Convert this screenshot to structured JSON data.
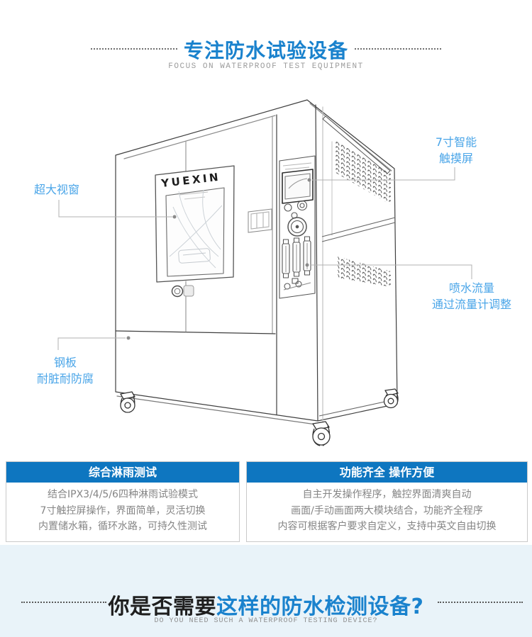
{
  "colors": {
    "accent_blue": "#1a82cd",
    "header_bar_blue": "#0e76c0",
    "label_blue": "#4aa5e8",
    "footer_bg": "#e9f3f9"
  },
  "header": {
    "title": "专注防水试验设备",
    "subtitle": "FOCUS ON WATERPROOF TEST EQUIPMENT"
  },
  "machine": {
    "brand": "YUEXIN",
    "labels": {
      "viewport": "超大视窗",
      "touchscreen_line1": "7寸智能",
      "touchscreen_line2": "触摸屏",
      "flow_line1": "喷水流量",
      "flow_line2": "通过流量计调整",
      "steel_line1": "钢板",
      "steel_line2": "耐脏耐防腐"
    }
  },
  "info_boxes": [
    {
      "title": "综合淋雨测试",
      "lines": [
        "结合IPX3/4/5/6四种淋雨试验模式",
        "7寸触控屏操作，界面简单，灵活切换",
        "内置储水箱，循环水路，可持久性测试"
      ]
    },
    {
      "title": "功能齐全 操作方便",
      "lines": [
        "自主开发操作程序，触控界面清爽自动",
        "画面/手动画面两大模块结合，功能齐全程序",
        "内容可根据客户要求自定义，支持中英文自由切换"
      ]
    }
  ],
  "footer": {
    "question_black": "你是否需要",
    "question_blue": "这样的防水检测设备?",
    "subtitle": "DO YOU NEED SUCH A WATERPROOF TESTING DEVICE?"
  }
}
